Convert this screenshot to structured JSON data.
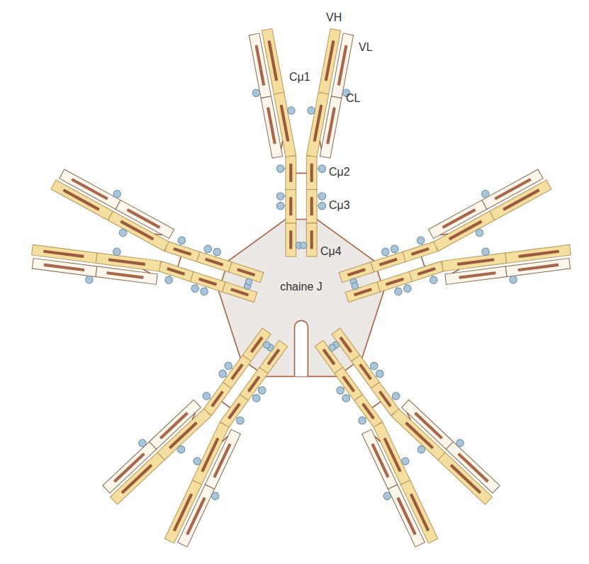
{
  "diagram": {
    "labels": [
      "VH",
      "Cμ1",
      "VL",
      "CL",
      "Cμ2",
      "Cμ3",
      "Cμ4",
      "chaine J"
    ]
  }
}
